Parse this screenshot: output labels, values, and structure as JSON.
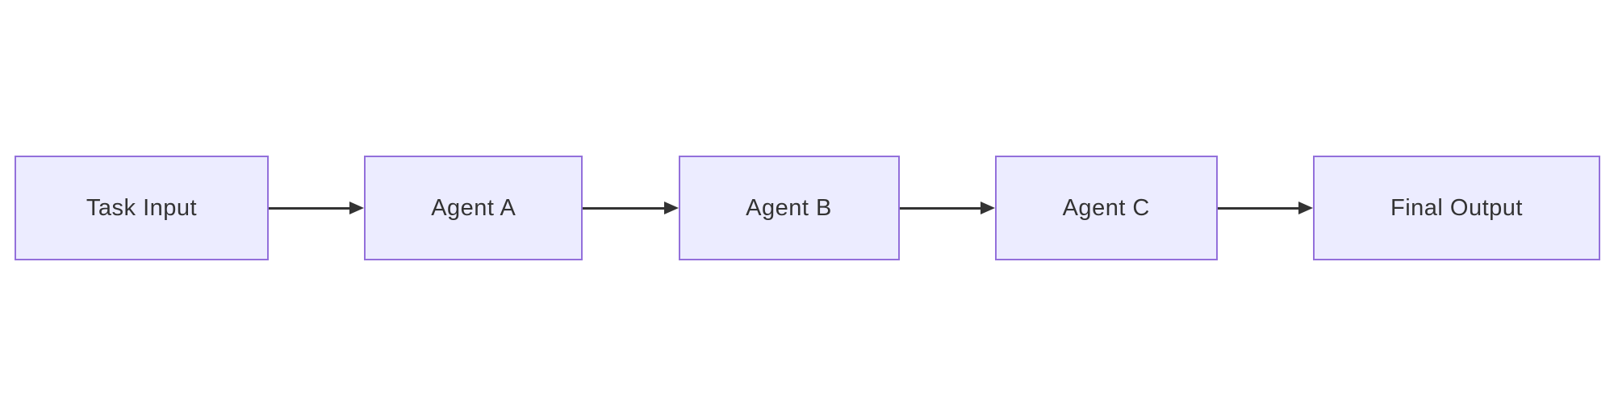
{
  "diagram": {
    "type": "flowchart",
    "direction": "left-to-right",
    "colors": {
      "background": "#ffffff",
      "node_fill": "#ECECFF",
      "node_border": "#9370DB",
      "node_text": "#333333",
      "arrow": "#333333"
    },
    "nodes": [
      {
        "id": "task-input",
        "label": "Task Input"
      },
      {
        "id": "agent-a",
        "label": "Agent A"
      },
      {
        "id": "agent-b",
        "label": "Agent B"
      },
      {
        "id": "agent-c",
        "label": "Agent C"
      },
      {
        "id": "final-output",
        "label": "Final Output"
      }
    ],
    "edges": [
      {
        "from": "task-input",
        "to": "agent-a"
      },
      {
        "from": "agent-a",
        "to": "agent-b"
      },
      {
        "from": "agent-b",
        "to": "agent-c"
      },
      {
        "from": "agent-c",
        "to": "final-output"
      }
    ]
  }
}
